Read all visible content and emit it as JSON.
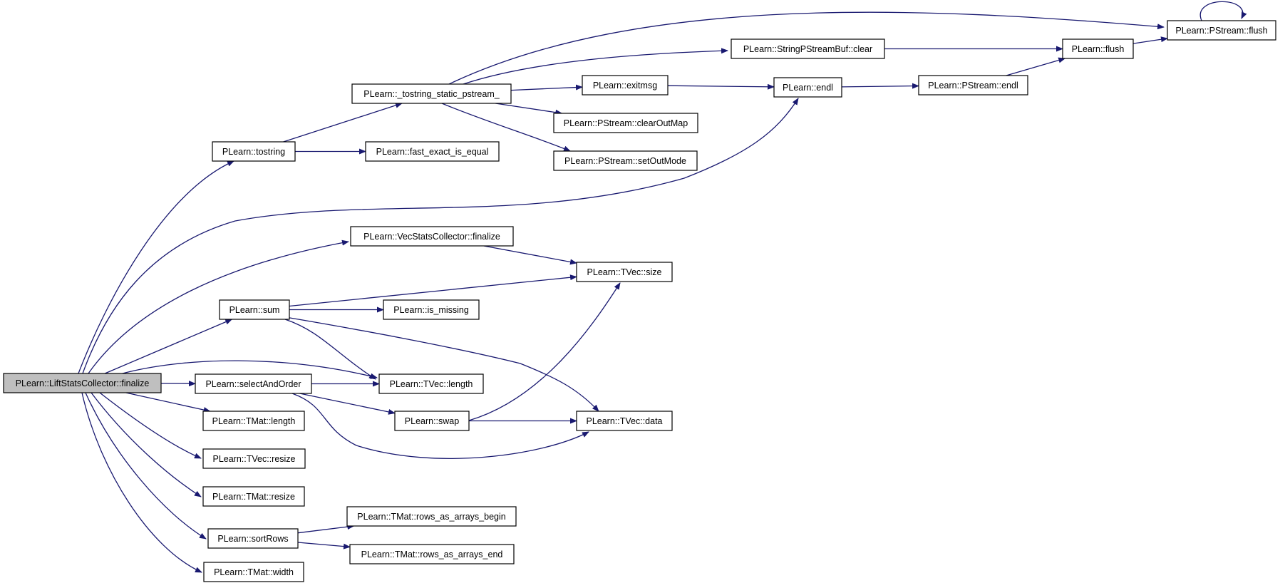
{
  "colors": {
    "edge": "#191970",
    "root_fill": "#bfbfbf",
    "node_fill": "#ffffff",
    "border": "#000000"
  },
  "nodes": [
    {
      "id": "root",
      "label": "PLearn::LiftStatsCollector::finalize",
      "root": true
    },
    {
      "id": "tostring",
      "label": "PLearn::tostring"
    },
    {
      "id": "tostring_static",
      "label": "PLearn::_tostring_static_pstream_"
    },
    {
      "id": "fast_exact",
      "label": "PLearn::fast_exact_is_equal"
    },
    {
      "id": "exitmsg",
      "label": "PLearn::exitmsg"
    },
    {
      "id": "clearoutmap",
      "label": "PLearn::PStream::clearOutMap"
    },
    {
      "id": "setoutmode",
      "label": "PLearn::PStream::setOutMode"
    },
    {
      "id": "spsbclear",
      "label": "PLearn::StringPStreamBuf::clear"
    },
    {
      "id": "endl",
      "label": "PLearn::endl"
    },
    {
      "id": "psendl",
      "label": "PLearn::PStream::endl"
    },
    {
      "id": "flush",
      "label": "PLearn::flush"
    },
    {
      "id": "psflush",
      "label": "PLearn::PStream::flush"
    },
    {
      "id": "vscfinalize",
      "label": "PLearn::VecStatsCollector::finalize"
    },
    {
      "id": "tvecsize",
      "label": "PLearn::TVec::size"
    },
    {
      "id": "sum",
      "label": "PLearn::sum"
    },
    {
      "id": "ismissing",
      "label": "PLearn::is_missing"
    },
    {
      "id": "selectandorder",
      "label": "PLearn::selectAndOrder"
    },
    {
      "id": "tveclength",
      "label": "PLearn::TVec::length"
    },
    {
      "id": "swap",
      "label": "PLearn::swap"
    },
    {
      "id": "tvecdata",
      "label": "PLearn::TVec::data"
    },
    {
      "id": "tmatlength",
      "label": "PLearn::TMat::length"
    },
    {
      "id": "tvecresize",
      "label": "PLearn::TVec::resize"
    },
    {
      "id": "tmatresize",
      "label": "PLearn::TMat::resize"
    },
    {
      "id": "sortrows",
      "label": "PLearn::sortRows"
    },
    {
      "id": "rowsbegin",
      "label": "PLearn::TMat::rows_as_arrays_begin"
    },
    {
      "id": "rowsend",
      "label": "PLearn::TMat::rows_as_arrays_end"
    },
    {
      "id": "tmatwidth",
      "label": "PLearn::TMat::width"
    }
  ],
  "edges": [
    {
      "from": "root",
      "to": "tostring"
    },
    {
      "from": "root",
      "to": "endl"
    },
    {
      "from": "root",
      "to": "vscfinalize"
    },
    {
      "from": "root",
      "to": "sum"
    },
    {
      "from": "root",
      "to": "tveclength"
    },
    {
      "from": "root",
      "to": "selectandorder"
    },
    {
      "from": "root",
      "to": "tmatlength"
    },
    {
      "from": "root",
      "to": "tvecresize"
    },
    {
      "from": "root",
      "to": "tmatresize"
    },
    {
      "from": "root",
      "to": "sortrows"
    },
    {
      "from": "root",
      "to": "tmatwidth"
    },
    {
      "from": "tostring",
      "to": "tostring_static"
    },
    {
      "from": "tostring",
      "to": "fast_exact"
    },
    {
      "from": "tostring_static",
      "to": "psflush"
    },
    {
      "from": "tostring_static",
      "to": "spsbclear"
    },
    {
      "from": "tostring_static",
      "to": "exitmsg"
    },
    {
      "from": "tostring_static",
      "to": "clearoutmap"
    },
    {
      "from": "tostring_static",
      "to": "setoutmode"
    },
    {
      "from": "spsbclear",
      "to": "flush"
    },
    {
      "from": "exitmsg",
      "to": "endl"
    },
    {
      "from": "endl",
      "to": "psendl"
    },
    {
      "from": "psendl",
      "to": "flush"
    },
    {
      "from": "flush",
      "to": "psflush"
    },
    {
      "from": "psflush",
      "to": "psflush"
    },
    {
      "from": "vscfinalize",
      "to": "tvecsize"
    },
    {
      "from": "sum",
      "to": "tvecsize"
    },
    {
      "from": "sum",
      "to": "ismissing"
    },
    {
      "from": "sum",
      "to": "tveclength"
    },
    {
      "from": "sum",
      "to": "tvecdata"
    },
    {
      "from": "selectandorder",
      "to": "tveclength"
    },
    {
      "from": "selectandorder",
      "to": "swap"
    },
    {
      "from": "selectandorder",
      "to": "tvecdata"
    },
    {
      "from": "swap",
      "to": "tvecsize"
    },
    {
      "from": "swap",
      "to": "tvecdata"
    },
    {
      "from": "sortrows",
      "to": "rowsbegin"
    },
    {
      "from": "sortrows",
      "to": "rowsend"
    }
  ]
}
